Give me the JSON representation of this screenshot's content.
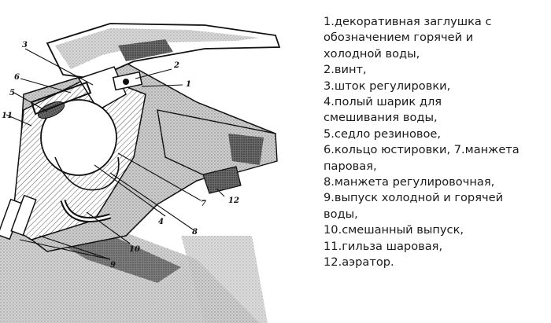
{
  "diagram": {
    "callout_numbers": [
      "1",
      "2",
      "3",
      "4",
      "5",
      "6",
      "7",
      "8",
      "9",
      "10",
      "11",
      "12"
    ],
    "colors": {
      "ink": "#111111",
      "shade": "#4a4a4a",
      "light_shade": "#9a9a9a"
    }
  },
  "legend": {
    "lines": [
      "1.декоративная заглушка с",
      "обозначением горячей и",
      "холодной воды,",
      "2.винт,",
      "3.шток регулировки,",
      "4.полый шарик для",
      "смешивания воды,",
      "5.седло резиновое,",
      "6.кольцо юстировки, 7.манжета",
      "паровая,",
      "8.манжета регулировочная,",
      "9.выпуск холодной и горячей",
      "воды,",
      "10.смешанный выпуск,",
      "11.гильза шаровая,",
      "12.аэратор."
    ]
  }
}
